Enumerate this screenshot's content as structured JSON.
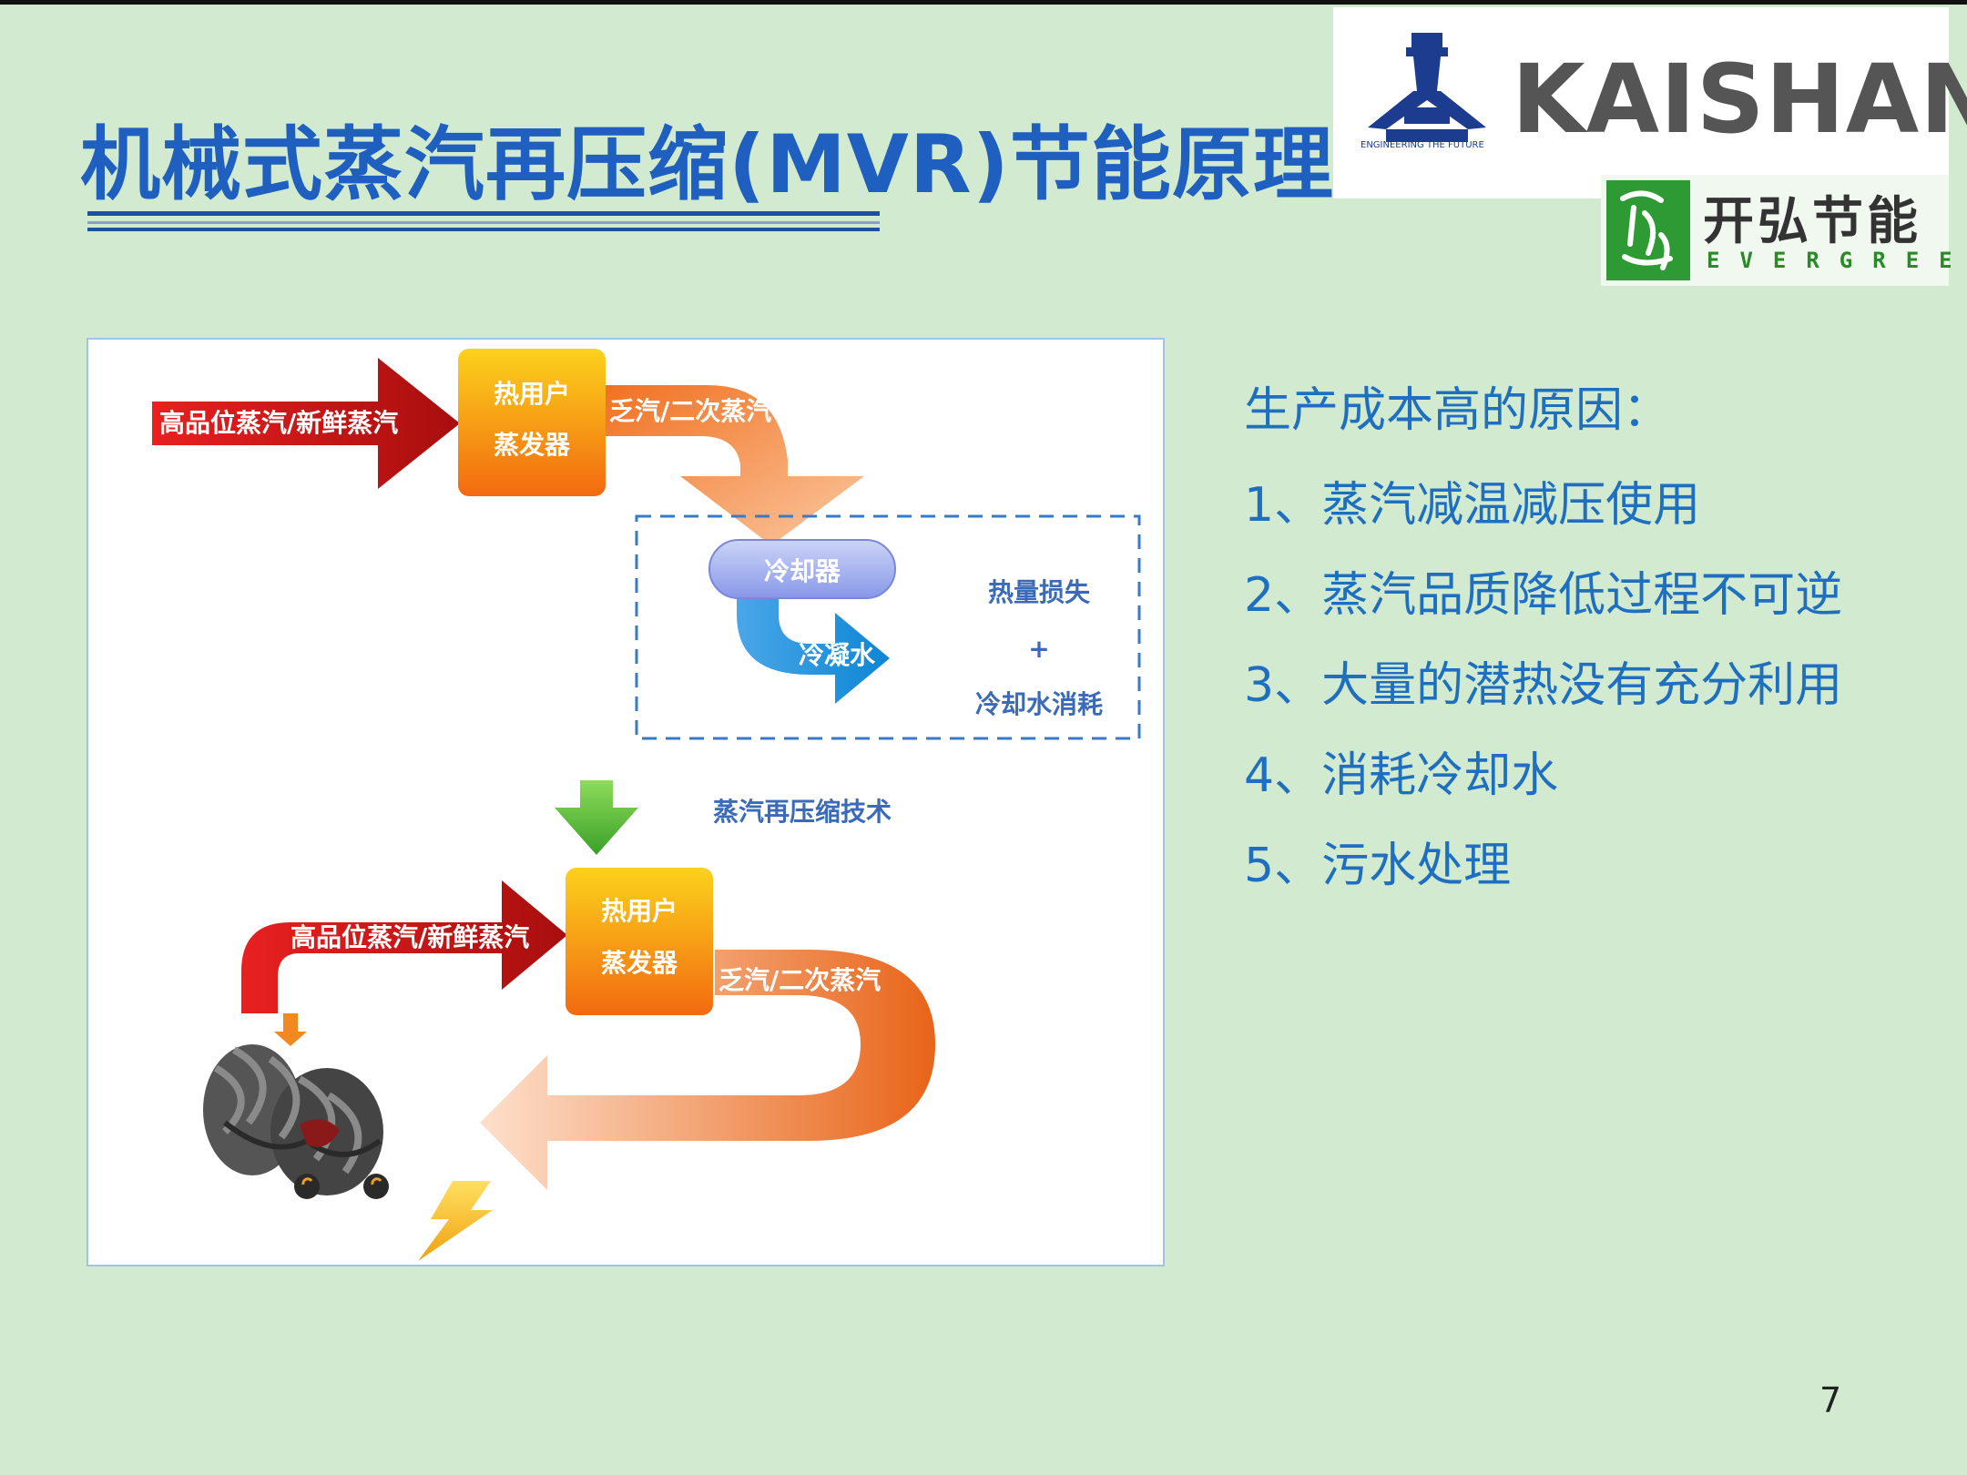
{
  "slide": {
    "title": "机械式蒸汽再压缩(MVR)节能原理",
    "page_number": "7"
  },
  "logos": {
    "kaishan": {
      "name": "KAISHAN",
      "tagline": "ENGINEERING THE FUTURE"
    },
    "evergreen": {
      "name_cn": "开弘节能",
      "name_en": "EVERGREEN"
    }
  },
  "diagram": {
    "conventional": {
      "input_steam": "高品位蒸汽/新鲜蒸汽",
      "evaporator_line1": "热用户",
      "evaporator_line2": "蒸发器",
      "exhaust_steam": "乏汽/二次蒸汽",
      "condenser": "冷却器",
      "condensate": "冷凝水",
      "loss_line1": "热量损失",
      "loss_plus": "+",
      "loss_line2": "冷却水消耗"
    },
    "transition_label": "蒸汽再压缩技术",
    "mvr": {
      "input_steam": "高品位蒸汽/新鲜蒸汽",
      "evaporator_line1": "热用户",
      "evaporator_line2": "蒸发器",
      "exhaust_steam": "乏汽/二次蒸汽"
    }
  },
  "reasons": {
    "heading": "生产成本高的原因：",
    "items": [
      "1、蒸汽减温减压使用",
      "2、蒸汽品质降低过程不可逆",
      "3、大量的潜热没有充分利用",
      "4、消耗冷却水",
      "5、污水处理"
    ]
  },
  "colors": {
    "background": "#d2ead0",
    "title": "#1f5fbf",
    "reasons_text": "#1f6fc0",
    "red_arrow": "#d01818",
    "orange_box": "#f47a12",
    "blue_arrow": "#1d8fe0",
    "green_arrow": "#5bbf3a"
  }
}
